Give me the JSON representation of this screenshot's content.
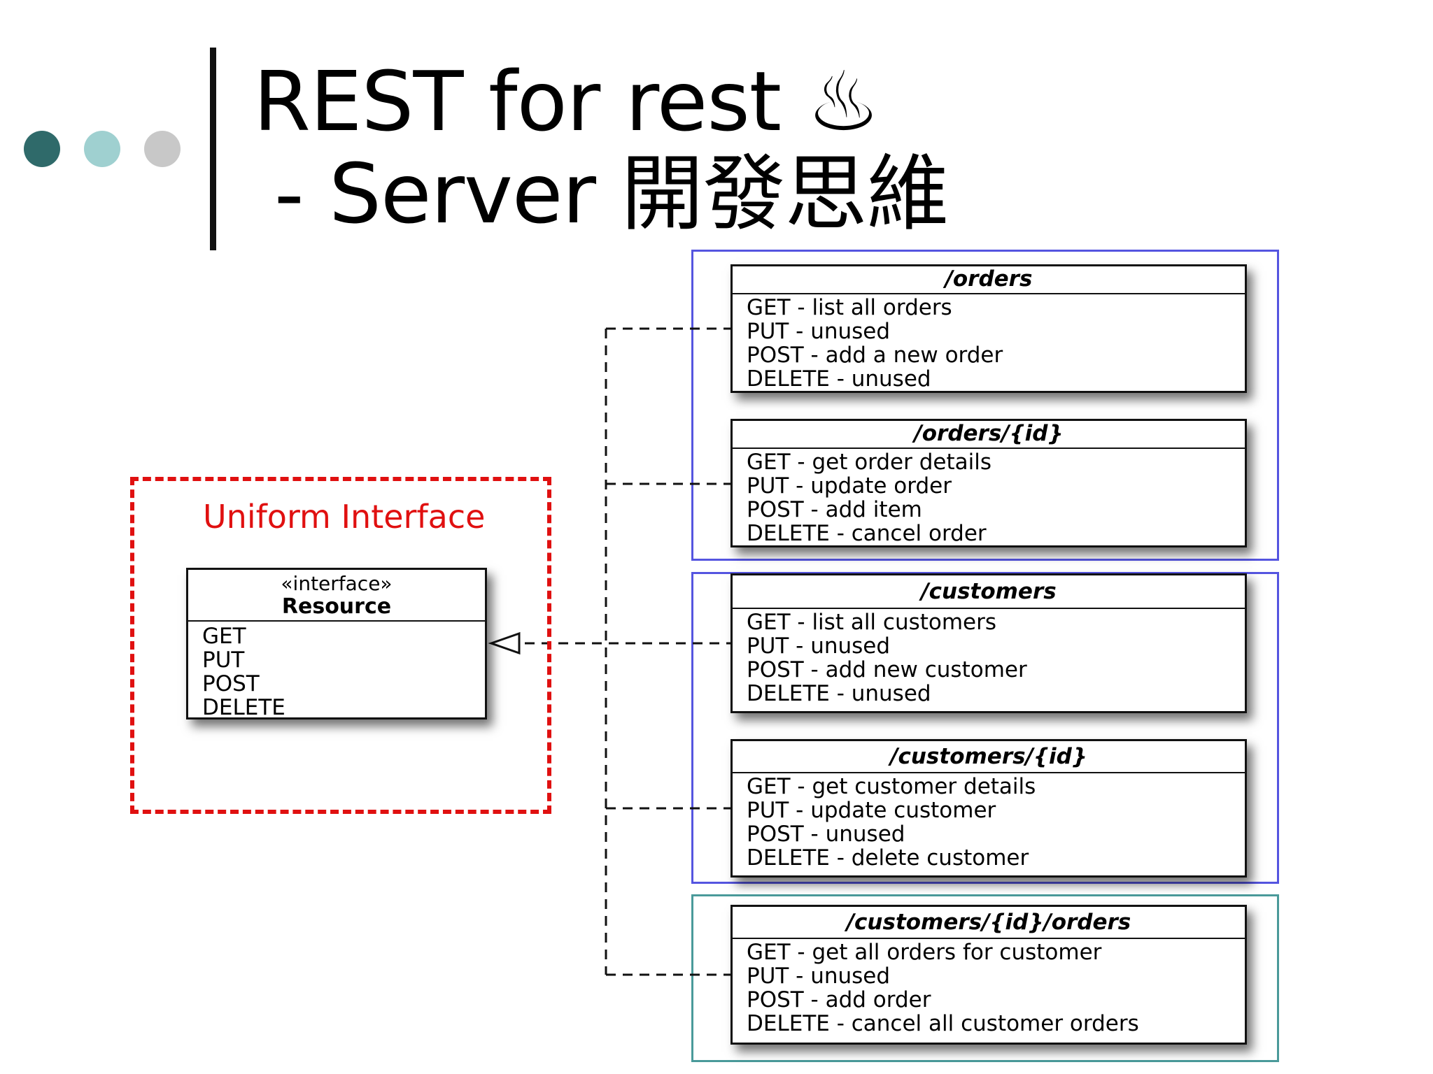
{
  "title": {
    "line1": "REST for rest ♨",
    "line2": "- Server  開發思維"
  },
  "bullet_colors": [
    "#2f6a6a",
    "#9fd0d0",
    "#c8c8c8"
  ],
  "uniform_interface": {
    "label": "Uniform Interface",
    "stereotype": "«interface»",
    "name": "Resource",
    "operations": [
      "GET",
      "PUT",
      "POST",
      "DELETE"
    ]
  },
  "resources": [
    {
      "path": "/orders",
      "ops": [
        "GET - list all orders",
        "PUT - unused",
        "POST - add a new order",
        "DELETE -  unused"
      ]
    },
    {
      "path": "/orders/{id}",
      "ops": [
        "GET - get order details",
        "PUT - update order",
        "POST - add item",
        "DELETE - cancel order"
      ]
    },
    {
      "path": "/customers",
      "ops": [
        "GET - list all customers",
        "PUT - unused",
        "POST - add new customer",
        "DELETE - unused"
      ]
    },
    {
      "path": "/customers/{id}",
      "ops": [
        "GET - get customer details",
        "PUT - update customer",
        "POST - unused",
        "DELETE - delete customer"
      ]
    },
    {
      "path": "/customers/{id}/orders",
      "ops": [
        "GET - get all orders for customer",
        "PUT - unused",
        "POST - add order",
        "DELETE - cancel all customer orders"
      ]
    }
  ],
  "colors": {
    "uniform_border": "#e01010",
    "group_border_blue": "#5555e0",
    "group_border_teal": "#4a9a9a"
  }
}
